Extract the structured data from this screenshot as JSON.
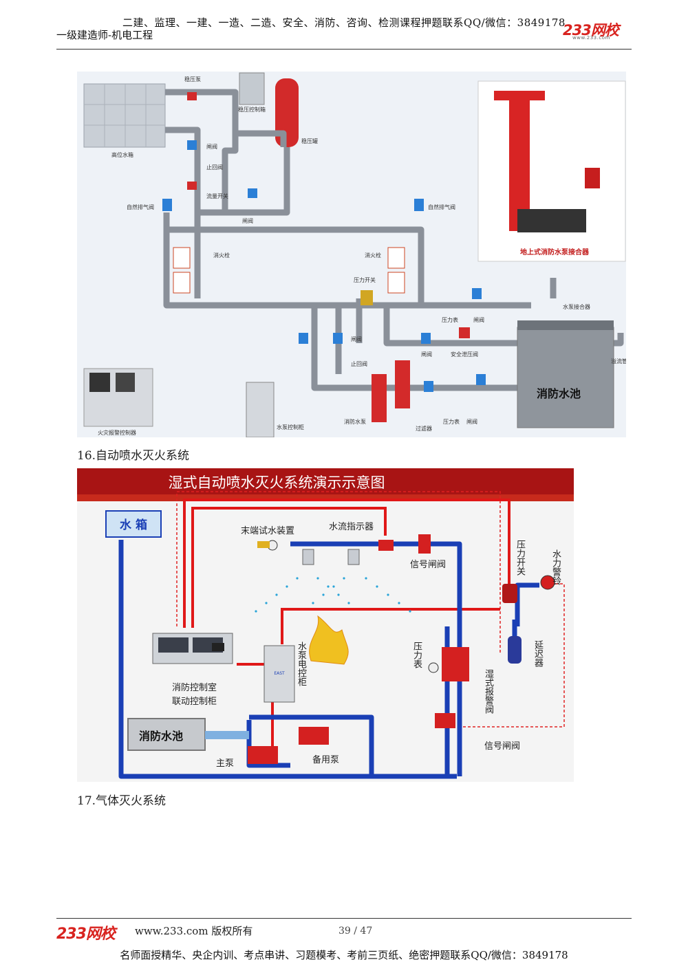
{
  "header": {
    "promo": "二建、监理、一建、一造、二造、安全、消防、咨询、检测课程押题联系QQ/微信：3849178",
    "subtitle": "一级建造师-机电工程",
    "logo_text": "233网校",
    "logo_url": "www.233.com"
  },
  "figure1": {
    "labels": {
      "stab_pump": "稳压泵",
      "stab_panel": "稳压控制箱",
      "high_tank": "高位水箱",
      "stab_tank": "稳压罐",
      "gate_valve_1": "闸阀",
      "check_valve_1": "止回阀",
      "flow_switch": "流量开关",
      "gate_valve_2": "闸阀",
      "air_valve_left": "自然排气阀",
      "air_valve_right": "自然排气阀",
      "hydrant_left": "消火栓",
      "hydrant_right": "消火栓",
      "pressure_switch": "压力开关",
      "pump_adapter_label": "水泵接合器",
      "pressure_gauge_1": "压力表",
      "gate_valve_3": "闸阀",
      "gate_valve_4": "闸阀",
      "relief_valve": "安全泄压阀",
      "gate_valve_5": "闸阀",
      "check_valve_2": "止回阀",
      "fire_pool": "消防水池",
      "overflow": "溢流管",
      "fire_pump": "消防水泵",
      "pump_panel": "水泵控制柜",
      "filter": "过滤器",
      "pressure_gauge_2": "压力表",
      "gate_valve_6": "闸阀",
      "alarm_panel": "火灾报警控制器",
      "inset_caption": "地上式消防水泵接合器"
    }
  },
  "figure2": {
    "title": "湿式自动喷水灭火系统演示示意图",
    "labels": {
      "water_tank": "水 箱",
      "end_test": "末端试水装置",
      "flow_indicator": "水流指示器",
      "signal_valve_top": "信号闸阀",
      "pressure_switch": "压力开关",
      "water_bell": "水力警铃",
      "delay": "延迟器",
      "pressure_gauge": "压力表",
      "alarm_valve": "湿式报警阀",
      "signal_valve_bottom": "信号闸阀",
      "control_room_line1": "消防控制室",
      "control_room_line2": "联动控制柜",
      "pump_panel": "水泵电控柜",
      "fire_pool": "消防水池",
      "main_pump": "主泵",
      "standby_pump": "备用泵",
      "panel_brand": "EAST"
    }
  },
  "captions": {
    "c16": "16.自动喷水灭火系统",
    "c17": "17.气体灭火系统"
  },
  "footer": {
    "logo_text": "233网校",
    "copyright": "www.233.com 版权所有",
    "page": "39 / 47",
    "promo": "名师面授精华、央企内训、考点串讲、习题模考、考前三页纸、绝密押题联系QQ/微信：3849178"
  },
  "colors": {
    "pipe_gray": "#8a9099",
    "pipe_blue": "#1a3fb5",
    "pipe_red": "#e01818",
    "brand_red": "#d8231f"
  }
}
